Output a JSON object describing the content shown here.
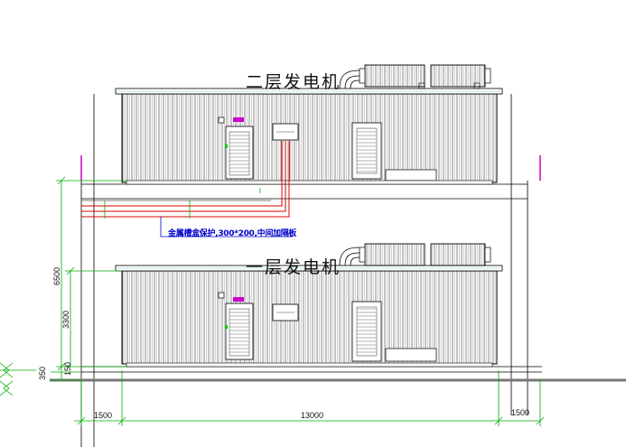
{
  "labels": {
    "upper_generator": "二层发电机",
    "lower_generator": "一层发电机",
    "cable_tray_note": "金属槽盒保护,300*200,中间加隔板"
  },
  "dimensions": {
    "floor_height": "6500",
    "lower_level": "3300",
    "slab_top": "150",
    "base": "350",
    "left_span": "1500",
    "main_span": "13000",
    "right_span": "1500"
  },
  "colors": {
    "line": "#000000",
    "dimension": "#00aa00",
    "cable": "#dd0000",
    "tray_note": "#0000cc",
    "marker": "#cc00cc"
  }
}
